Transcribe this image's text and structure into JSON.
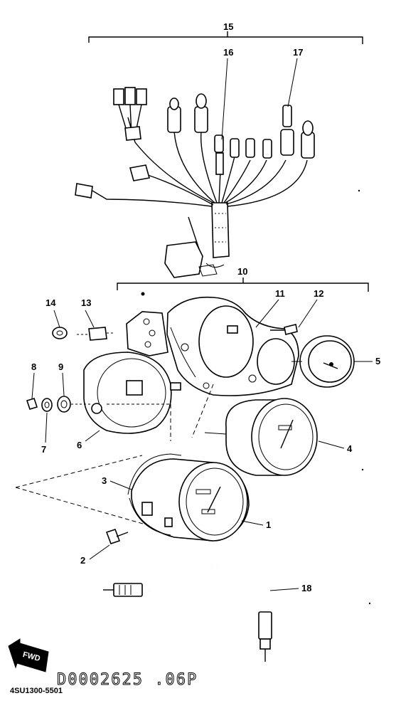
{
  "callouts": {
    "c1": "1",
    "c2": "2",
    "c3": "3",
    "c4": "4",
    "c5": "5",
    "c6": "6",
    "c7": "7",
    "c8": "8",
    "c9": "9",
    "c10": "10",
    "c11": "11",
    "c12": "12",
    "c13": "13",
    "c14": "14",
    "c15": "15",
    "c16": "16",
    "c17": "17",
    "c18": "18"
  },
  "footer": {
    "drawing_code": "4SU1300-5501",
    "stamp": "D0002625 .06P",
    "direction_arrow": "FWD"
  },
  "icons": {
    "direction": "forward-arrow-icon"
  }
}
